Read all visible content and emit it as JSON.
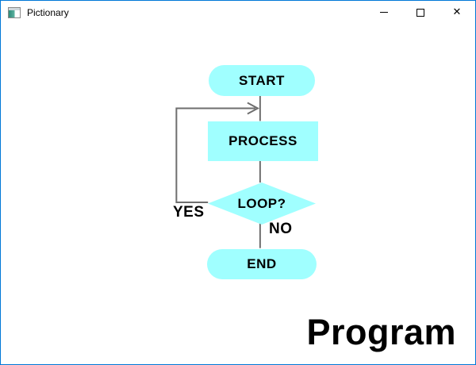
{
  "window": {
    "title": "Pictionary"
  },
  "titlebar": {
    "buttons": [
      {
        "name": "minimize",
        "glyph": "–"
      },
      {
        "name": "maximize",
        "glyph": "□"
      },
      {
        "name": "close",
        "glyph": "✕"
      }
    ]
  },
  "flowchart": {
    "nodes": [
      {
        "id": "start",
        "type": "terminator",
        "label": "START"
      },
      {
        "id": "process",
        "type": "process",
        "label": "PROCESS"
      },
      {
        "id": "loop",
        "type": "decision",
        "label": "LOOP?"
      },
      {
        "id": "end",
        "type": "terminator",
        "label": "END"
      }
    ],
    "edge_labels": {
      "yes": "YES",
      "no": "NO"
    },
    "flow": "START -> PROCESS -> LOOP? ; LOOP? -YES-> back to PROCESS ; LOOP? -NO-> END"
  },
  "caption": "Program",
  "colors": {
    "node_fill": "#a0ffff",
    "connector": "#6e6e6e",
    "window_border": "#0078d7",
    "text": "#000000",
    "titlebar_bg": "#ffffff"
  }
}
